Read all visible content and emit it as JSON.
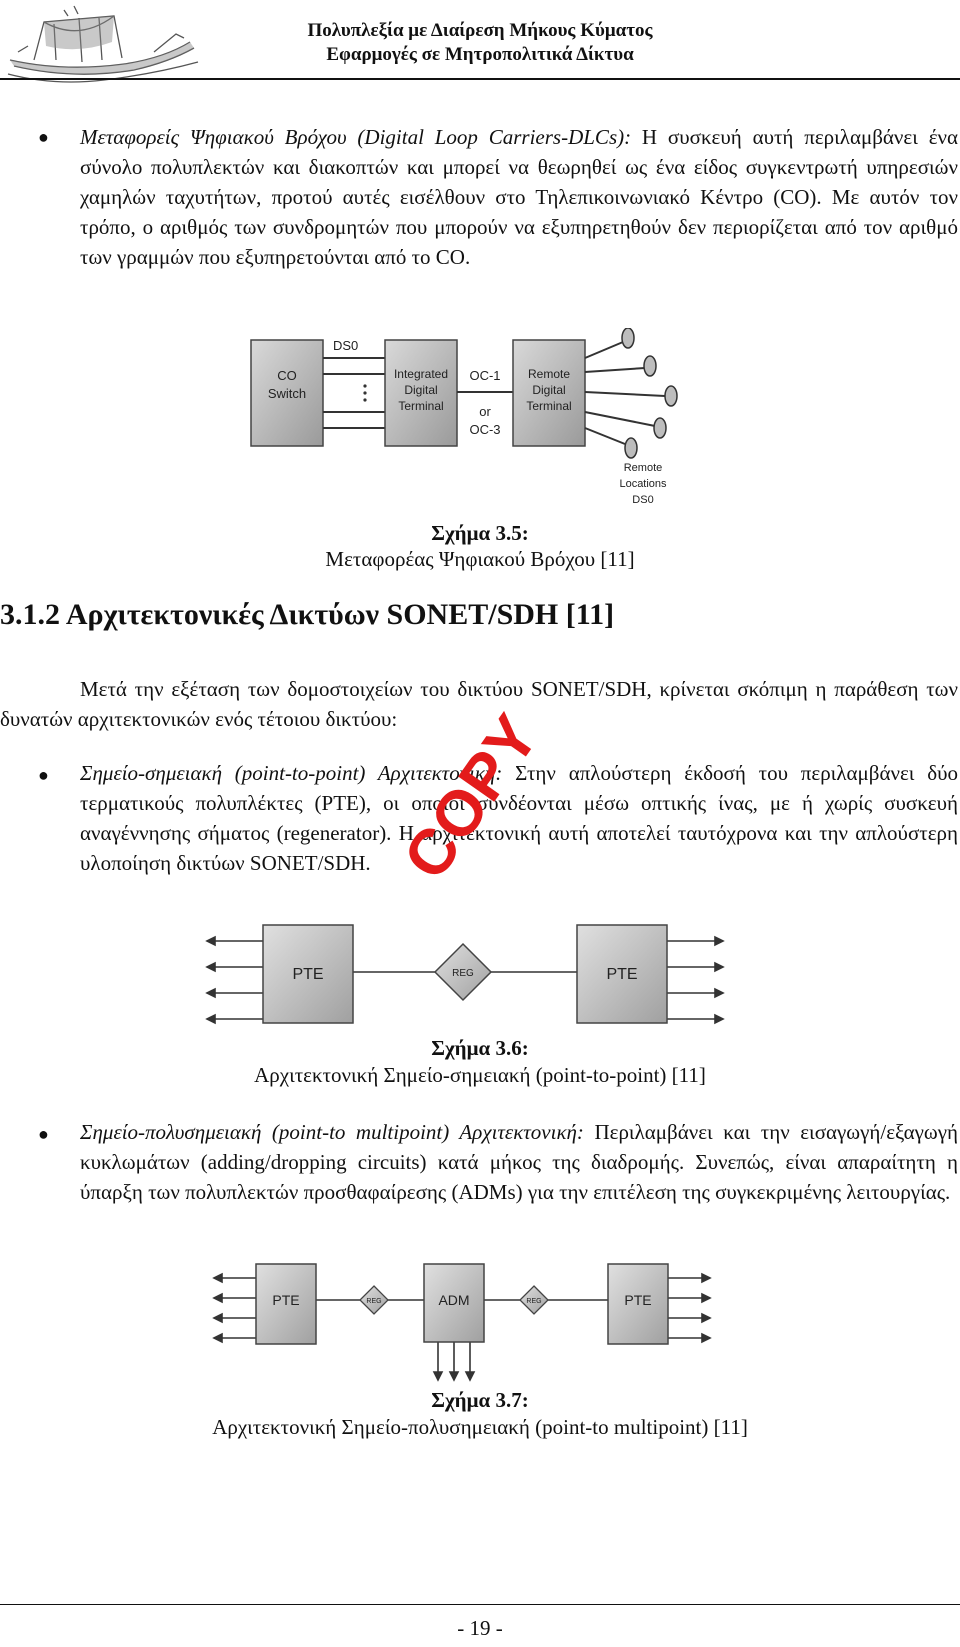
{
  "header": {
    "line1": "Πολυπλεξία με Διαίρεση Μήκους Κύματος",
    "line2": "Εφαρμογές σε Μητροπολιτικά Δίκτυα"
  },
  "para1": {
    "term": "Μεταφορείς Ψηφιακού Βρόχου (Digital Loop Carriers-DLCs):",
    "text": " Η συσκευή αυτή περιλαμβάνει ένα σύνολο πολυπλεκτών και διακοπτών και μπορεί να θεωρηθεί ως ένα είδος συγκεντρωτή υπηρεσιών χαμηλών ταχυτήτων, προτού αυτές εισέλθουν στο Τηλεπικοινωνιακό Κέντρο (CO). Με αυτόν τον τρόπο, ο αριθμός των συνδρομητών που μπορούν να εξυπηρετηθούν δεν περιορίζεται από τον αριθμό των γραμμών που εξυπηρετούνται από το CO."
  },
  "fig35": {
    "co_line1": "CO",
    "co_line2": "Switch",
    "ds0_top": "DS0",
    "idt_line1": "Integrated",
    "idt_line2": "Digital",
    "idt_line3": "Terminal",
    "oc1": "OC-1",
    "or": "or",
    "oc3": "OC-3",
    "rdt_line1": "Remote",
    "rdt_line2": "Digital",
    "rdt_line3": "Terminal",
    "remote1": "Remote",
    "remote2": "Locations",
    "remote3": "DS0",
    "caption_num": "Σχήμα 3.5:",
    "caption_text": "Μεταφορέας Ψηφιακού Βρόχου [11]"
  },
  "section": {
    "title": "3.1.2 Αρχιτεκτονικές Δικτύων SONET/SDH [11]"
  },
  "intro": "Μετά την εξέταση των δομοστοιχείων του δικτύου SONET/SDH, κρίνεται σκόπιμη η παράθεση των δυνατών αρχιτεκτονικών ενός τέτοιου δικτύου:",
  "para2": {
    "term": "Σημείο-σημειακή (point-to-point) Αρχιτεκτονική:",
    "text": " Στην απλούστερη έκδοσή του περιλαμβάνει δύο τερματικούς πολυπλέκτες (PTE), οι οποίοι συνδέονται μέσω οπτικής ίνας, με ή χωρίς συσκευή αναγέννησης σήματος (regenerator). Η αρχιτεκτονική αυτή αποτελεί ταυτόχρονα και την απλούστερη υλοποίηση δικτύων SONET/SDH."
  },
  "fig36": {
    "pte_left": "PTE",
    "reg": "REG",
    "pte_right": "PTE",
    "caption_num": "Σχήμα 3.6:",
    "caption_text": "Αρχιτεκτονική Σημείο-σημειακή (point-to-point) [11]"
  },
  "para3": {
    "term": "Σημείο-πολυσημειακή (point-to multipoint) Αρχιτεκτονική:",
    "text": " Περιλαμβάνει και την εισαγωγή/εξαγωγή κυκλωμάτων (adding/dropping circuits) κατά μήκος της διαδρομής. Συνεπώς, είναι απαραίτητη η ύπαρξη των πολυπλεκτών προσθαφαίρεσης (ADMs) για την επιτέλεση της συγκεκριμένης λειτουργίας."
  },
  "fig37": {
    "pte_left": "PTE",
    "reg_left": "REG",
    "adm": "ADM",
    "reg_right": "REG",
    "pte_right": "PTE",
    "caption_num": "Σχήμα 3.7:",
    "caption_text": "Αρχιτεκτονική Σημείο-πολυσημειακή (point-to multipoint) [11]"
  },
  "watermark": "COPY",
  "page_number": "- 19 -",
  "logo_icon": "ship-logo-icon",
  "bullet_icon": "bullet-icon"
}
